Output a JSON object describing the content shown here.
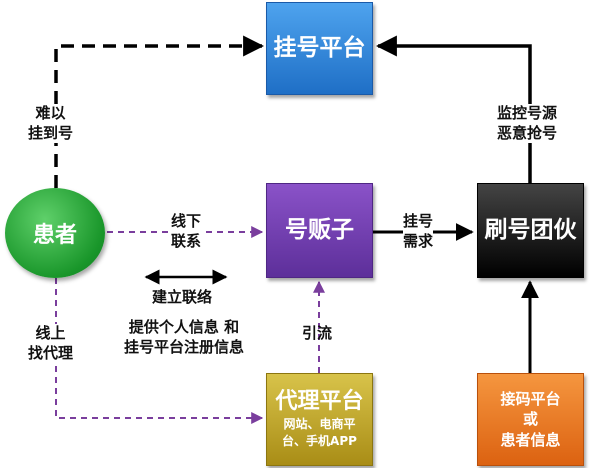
{
  "nodes": {
    "patient": "患者",
    "registration_platform": "挂号平台",
    "scalper": "号贩子",
    "scalper_gang": "刷号团伙",
    "agent_platform": {
      "title": "代理平台",
      "subtitle_line1": "网站、电商平",
      "subtitle_line2": "台、手机APP"
    },
    "code_platform": {
      "line1": "接码平台",
      "line2": "或",
      "line3": "患者信息"
    }
  },
  "edges": {
    "patient_to_platform": {
      "line1": "难以",
      "line2": "挂到号"
    },
    "gang_to_platform": {
      "line1": "监控号源",
      "line2": "恶意抢号"
    },
    "patient_to_scalper": {
      "line1": "线下",
      "line2": "联系"
    },
    "scalper_to_gang": {
      "line1": "挂号",
      "line2": "需求"
    },
    "patient_to_agent": {
      "line1": "线上",
      "line2": "找代理"
    },
    "agent_to_scalper": "引流",
    "bidirectional": "建立联络",
    "info_note": {
      "line1": "提供个人信息 和",
      "line2": "挂号平台注册信息"
    }
  },
  "colors": {
    "platform_blue": "#2b7fd8",
    "scalper_purple": "#6f3cae",
    "gang_black": "#111111",
    "agent_gold": "#c6ab2a",
    "code_orange": "#ee7a26",
    "patient_green": "#22a534",
    "dashed_purple": "#7a3e9d"
  }
}
